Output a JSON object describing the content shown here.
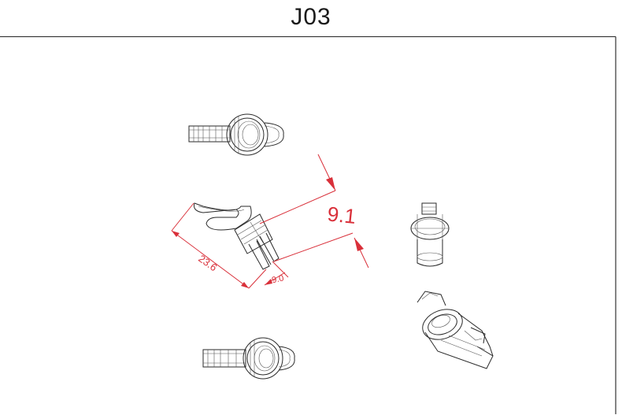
{
  "title": "J03",
  "dimensions": {
    "length": "23.6",
    "width": "9.0",
    "height": "9.1"
  },
  "colors": {
    "dimension_line": "#d9303a",
    "drawing_line": "#2a2a2a",
    "frame_border": "#333333"
  }
}
